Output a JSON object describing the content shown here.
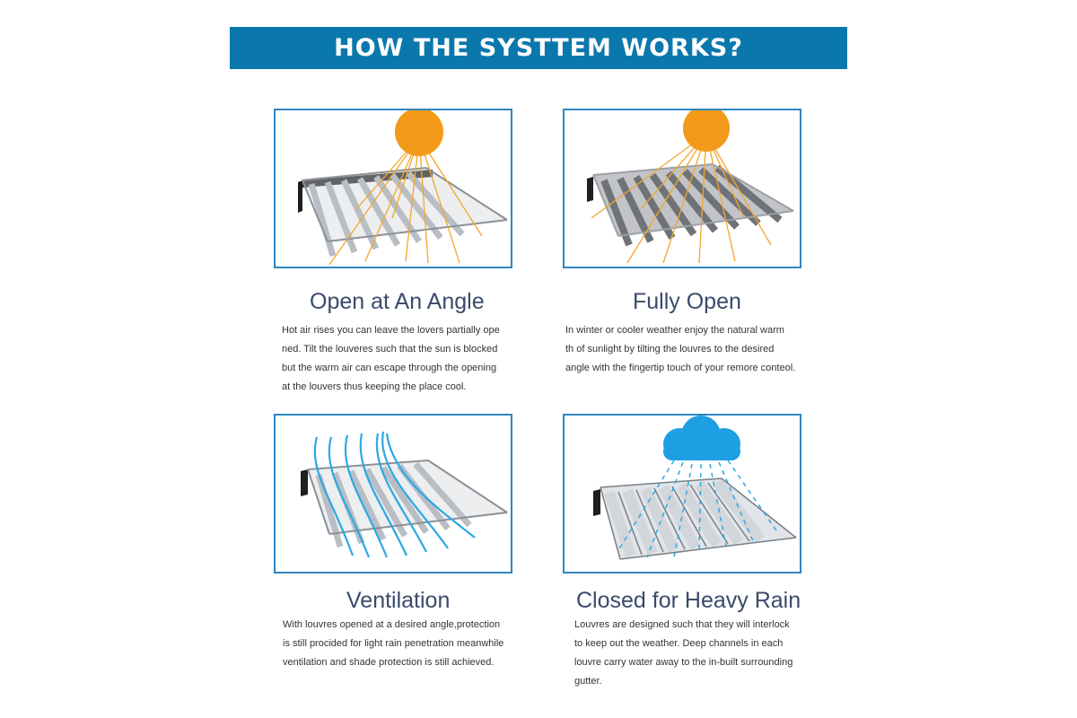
{
  "banner": {
    "title": "HOW THE SYSTTEM WORKS?"
  },
  "colors": {
    "banner": "#0b78ad",
    "frame": "#2f86bf",
    "sun": "#f39a1a",
    "ray": "#f5a62c",
    "airflow": "#2aa9e6",
    "cloud": "#1f9fe3",
    "heading": "#3a4a6a"
  },
  "panels": [
    {
      "icon": "sun-icon",
      "illustration": "louvres-angle-illustration",
      "title": "Open at An Angle",
      "lines": [
        "Hot air rises you can leave the lovers partially ope",
        "ned. Tilt the louveres such that the sun is blocked",
        "but the warm air can escape through the opening",
        "at the louvers thus keeping the place cool."
      ]
    },
    {
      "icon": "sun-icon",
      "illustration": "louvres-open-illustration",
      "title": "Fully Open",
      "lines": [
        "In winter or cooler weather enjoy the natural warm",
        "th of sunlight by tilting the louvres to the desired",
        "angle with the fingertip touch of your remore conteol."
      ]
    },
    {
      "icon": "airflow-icon",
      "illustration": "louvres-ventilation-illustration",
      "title": "Ventilation",
      "lines": [
        "With louvres opened at a desired angle,protection",
        "is still procided for light rain penetration meanwhile",
        "ventilation and shade protection is still achieved."
      ]
    },
    {
      "icon": "rain-cloud-icon",
      "illustration": "louvres-closed-illustration",
      "title": "Closed for Heavy Rain",
      "lines": [
        "Louvres are designed such that they will interlock",
        "to keep out the weather. Deep channels in each",
        "louvre carry water away to the in-built surrounding",
        "gutter."
      ]
    }
  ]
}
